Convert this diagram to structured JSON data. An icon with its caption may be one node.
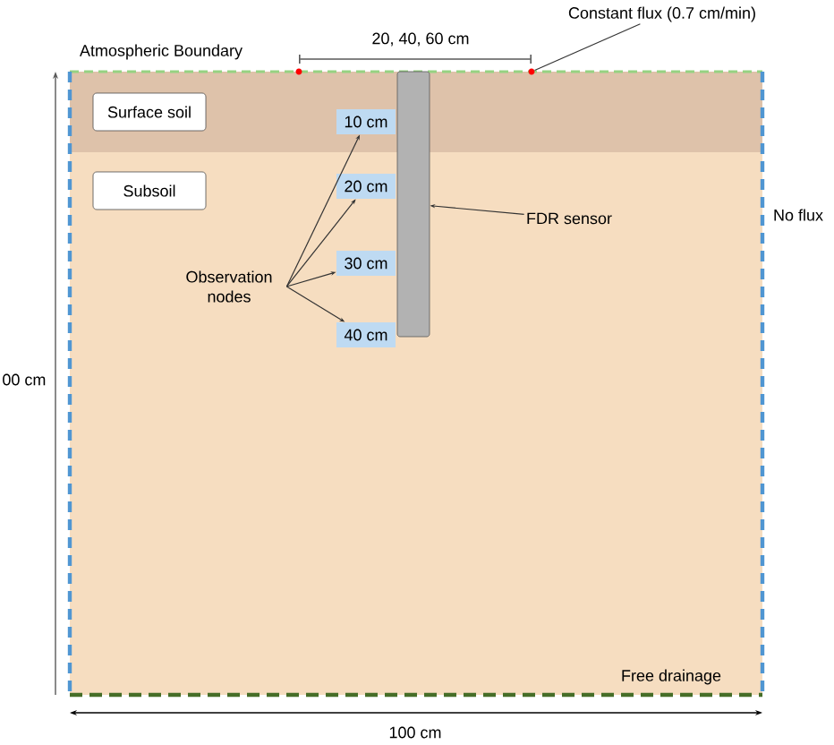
{
  "diagram": {
    "nodes": [
      {
        "text": [
          "Surface soil"
        ]
      },
      {
        "text": [
          "Subsoil"
        ]
      },
      {
        "text": [
          "10 cm"
        ]
      },
      {
        "text": [
          "20 cm"
        ]
      },
      {
        "text": [
          "30 cm"
        ]
      },
      {
        "text": [
          "40 cm"
        ]
      },
      {
        "text": [
          "Observation nodes"
        ]
      },
      {
        "text": [],
        "shape": "bar"
      },
      {
        "text": [
          "FDR sensor"
        ]
      },
      {
        "text": [
          "Constant flux (0.7 cm/min)"
        ]
      },
      {
        "text": [],
        "shape": "circle"
      },
      {
        "text": [],
        "shape": "circle"
      }
    ],
    "edges": [
      {
        "from": 6,
        "to": 2,
        "arrow": "to"
      },
      {
        "from": 6,
        "to": 3,
        "arrow": "to"
      },
      {
        "from": 6,
        "to": 4,
        "arrow": "to"
      },
      {
        "from": 6,
        "to": 5,
        "arrow": "to"
      },
      {
        "from": 8,
        "to": 7,
        "arrow": "to"
      },
      {
        "from": 9,
        "to": 11,
        "arrow": "none"
      }
    ],
    "labels": [
      "Atmospheric Boundary",
      "20, 40, 60 cm",
      "No flux",
      "00 cm",
      "Free drainage",
      "100 cm"
    ]
  }
}
